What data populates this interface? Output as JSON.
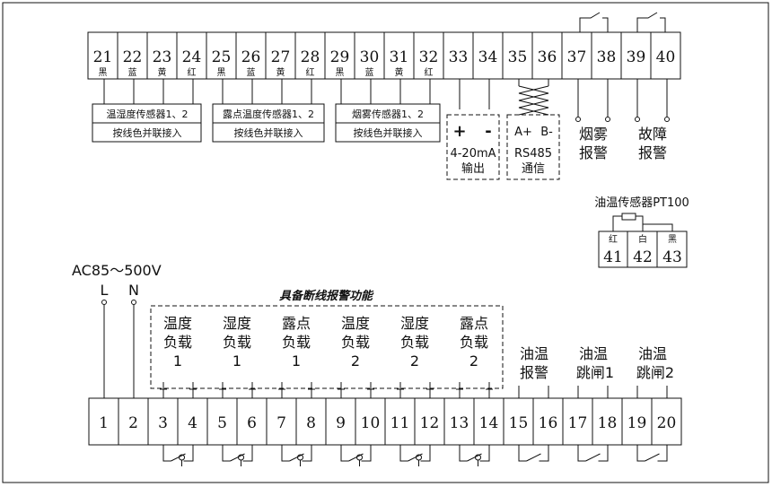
{
  "top_terminals": [
    {
      "num": "21",
      "wire": "黑"
    },
    {
      "num": "22",
      "wire": "蓝"
    },
    {
      "num": "23",
      "wire": "黄"
    },
    {
      "num": "24",
      "wire": "红"
    },
    {
      "num": "25",
      "wire": "黑"
    },
    {
      "num": "26",
      "wire": "蓝"
    },
    {
      "num": "27",
      "wire": "黄"
    },
    {
      "num": "28",
      "wire": "红"
    },
    {
      "num": "29",
      "wire": "黑"
    },
    {
      "num": "30",
      "wire": "蓝"
    },
    {
      "num": "31",
      "wire": "黄"
    },
    {
      "num": "32",
      "wire": "红"
    },
    {
      "num": "33",
      "wire": ""
    },
    {
      "num": "34",
      "wire": ""
    },
    {
      "num": "35",
      "wire": ""
    },
    {
      "num": "36",
      "wire": ""
    },
    {
      "num": "37",
      "wire": ""
    },
    {
      "num": "38",
      "wire": ""
    },
    {
      "num": "39",
      "wire": ""
    },
    {
      "num": "40",
      "wire": ""
    }
  ],
  "sensor_groups": [
    {
      "title": "温湿度传感器1、2",
      "note": "按线色并联接入"
    },
    {
      "title": "露点温度传感器1、2",
      "note": "按线色并联接入"
    },
    {
      "title": "烟雾传感器1、2",
      "note": "按线色并联接入"
    }
  ],
  "analog_output": {
    "plus": "+",
    "minus": "-",
    "line1": "4-20mA",
    "line2": "输出"
  },
  "rs485": {
    "a": "A+",
    "b": "B-",
    "line1": "RS485",
    "line2": "通信"
  },
  "smoke_alarm": {
    "line1": "烟雾",
    "line2": "报警"
  },
  "fault_alarm": {
    "line1": "故障",
    "line2": "报警"
  },
  "pt100": {
    "title": "油温传感器PT100",
    "terminals": [
      {
        "num": "41",
        "wire": "红"
      },
      {
        "num": "42",
        "wire": "白"
      },
      {
        "num": "43",
        "wire": "黑"
      }
    ]
  },
  "power": {
    "label": "AC85～500V",
    "l": "L",
    "n": "N"
  },
  "break_detect_title": "具备断线报警功能",
  "loads": [
    {
      "line1": "温度",
      "line2": "负载",
      "line3": "1"
    },
    {
      "line1": "湿度",
      "line2": "负载",
      "line3": "1"
    },
    {
      "line1": "露点",
      "line2": "负载",
      "line3": "1"
    },
    {
      "line1": "温度",
      "line2": "负载",
      "line3": "2"
    },
    {
      "line1": "湿度",
      "line2": "负载",
      "line3": "2"
    },
    {
      "line1": "露点",
      "line2": "负载",
      "line3": "2"
    }
  ],
  "oil_relays": [
    {
      "line1": "油温",
      "line2": "报警"
    },
    {
      "line1": "油温",
      "line2": "跳闸1"
    },
    {
      "line1": "油温",
      "line2": "跳闸2"
    }
  ],
  "bottom_terminals": [
    "1",
    "2",
    "3",
    "4",
    "5",
    "6",
    "7",
    "8",
    "9",
    "10",
    "11",
    "12",
    "13",
    "14",
    "15",
    "16",
    "17",
    "18",
    "19",
    "20"
  ]
}
